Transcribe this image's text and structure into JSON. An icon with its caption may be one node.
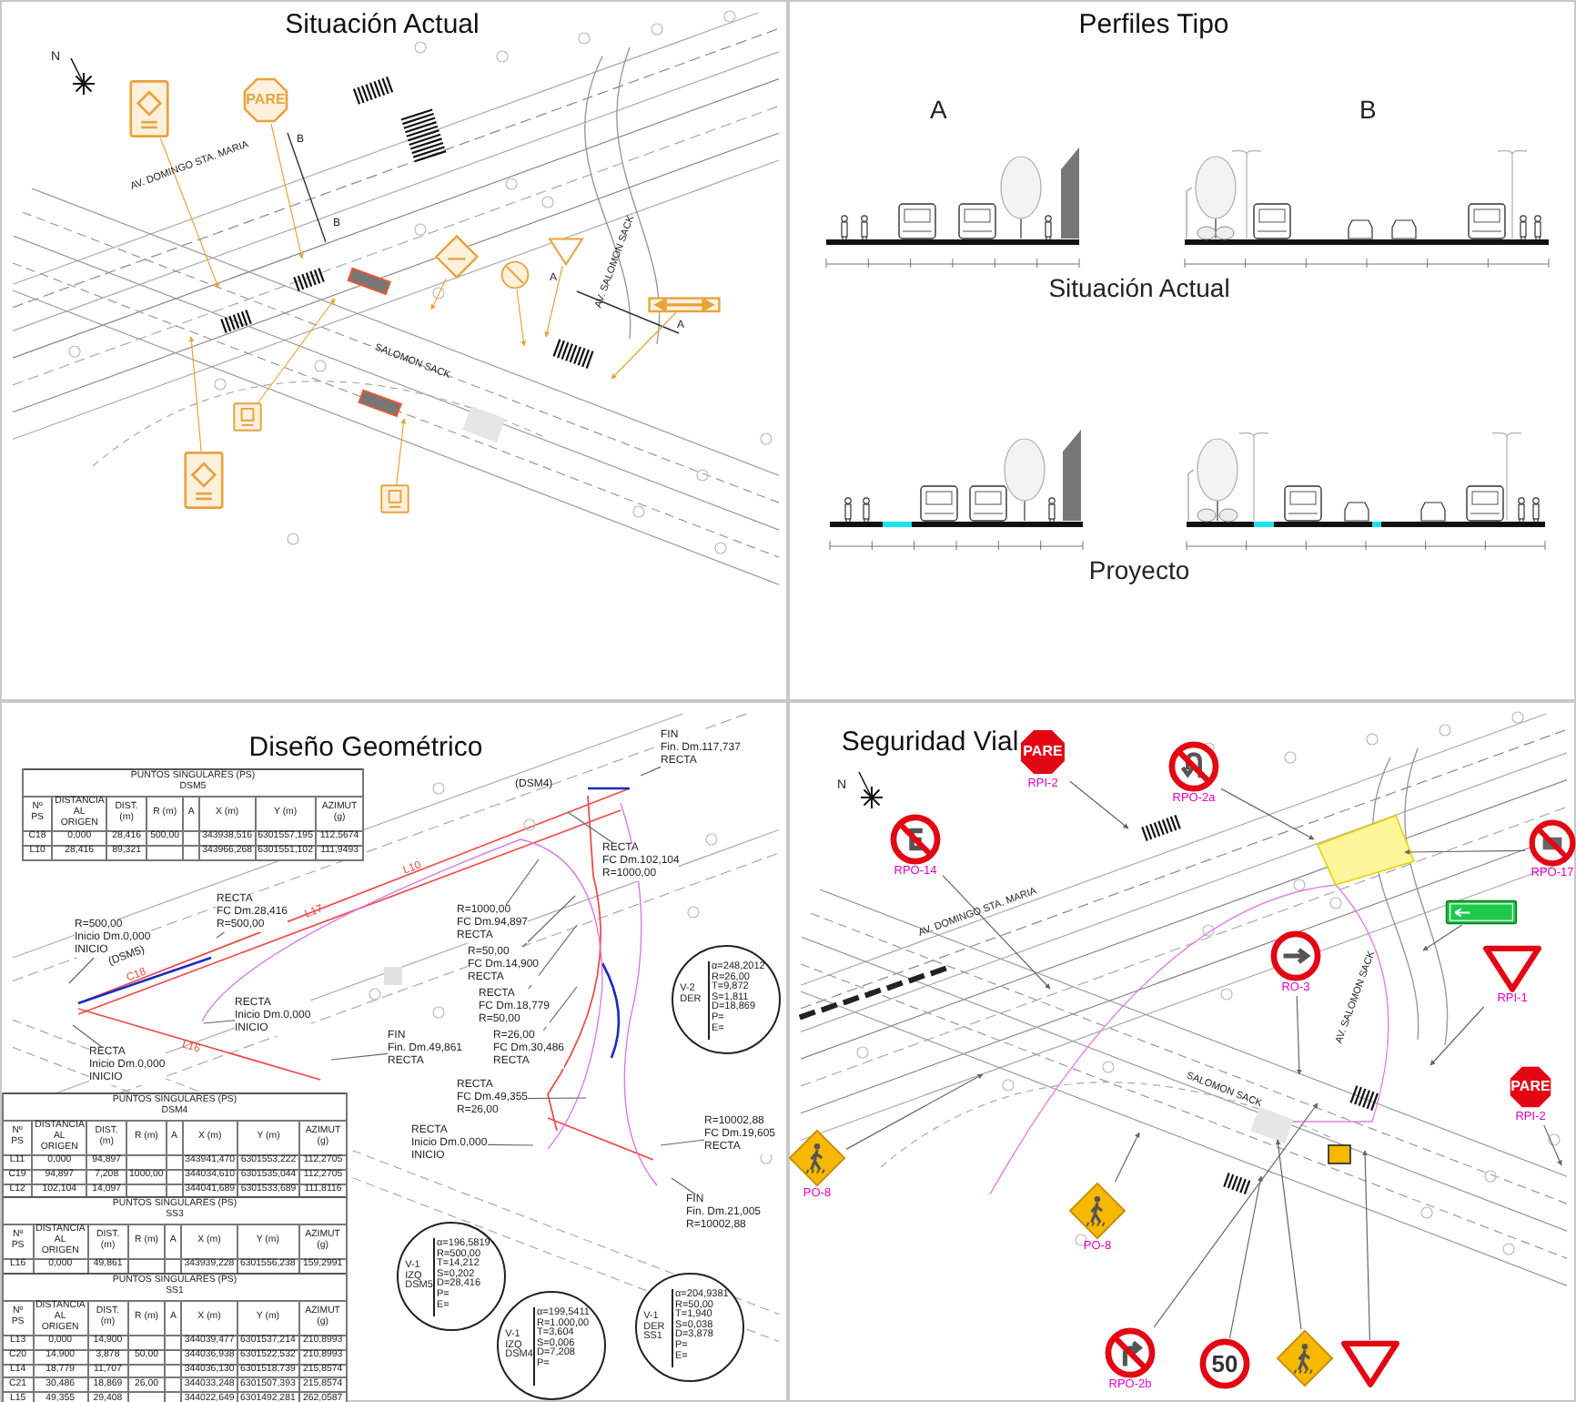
{
  "diagram": {
    "nodes": [
      {
        "text": [
          "Situación Actual"
        ]
      },
      {
        "text": [
          "Perfiles Tipo"
        ]
      },
      {
        "text": [
          "Diseño Geométrico"
        ]
      },
      {
        "text": [
          "Seguridad Vial"
        ]
      },
      {
        "text": [],
        "shape": "picture",
        "in": 0
      },
      {
        "text": [
          "PARE"
        ],
        "in": 0
      },
      {
        "text": [],
        "shape": "picture",
        "in": 0
      },
      {
        "text": [],
        "shape": "picture",
        "in": 0
      },
      {
        "text": [],
        "shape": "picture",
        "in": 0
      },
      {
        "text": [],
        "shape": "picture",
        "in": 0
      },
      {
        "text": [],
        "shape": "picture",
        "in": 0
      },
      {
        "text": [],
        "shape": "picture",
        "in": 0
      },
      {
        "text": [],
        "shape": "picture",
        "in": 0
      },
      {
        "text": [
          "FIN",
          "Fin. Dm.117,737",
          "RECTA"
        ],
        "in": 2
      },
      {
        "text": [
          "RECTA",
          "FC Dm.102,104",
          "R=1000,00"
        ],
        "in": 2
      },
      {
        "text": [
          "R=1000,00",
          "FC Dm.94,897",
          "RECTA"
        ],
        "in": 2
      },
      {
        "text": [
          "R=50,00",
          "FC Dm.14,900",
          "RECTA"
        ],
        "in": 2
      },
      {
        "text": [
          "RECTA",
          "FC Dm.18,779",
          "R=50,00"
        ],
        "in": 2
      },
      {
        "text": [
          "R=26,00",
          "FC Dm.30,486",
          "RECTA"
        ],
        "in": 2
      },
      {
        "text": [
          "FIN",
          "Fin. Dm.49,861",
          "RECTA"
        ],
        "in": 2
      },
      {
        "text": [
          "RECTA",
          "Inicio Dm.0,000",
          "INICIO"
        ],
        "in": 2
      },
      {
        "text": [
          "RECTA",
          "FC Dm.28,416",
          "R=500,00"
        ],
        "in": 2
      },
      {
        "text": [
          "R=500,00",
          "Inicio Dm.0,000",
          "INICIO"
        ],
        "in": 2
      },
      {
        "text": [
          "RECTA",
          "Inicio Dm.0,000",
          "INICIO"
        ],
        "in": 2
      },
      {
        "text": [
          "RECTA",
          "FC Dm.49,355",
          "R=26,00"
        ],
        "in": 2
      },
      {
        "text": [
          "RECTA",
          "Inicio Dm.0,000",
          "INICIO"
        ],
        "in": 2
      },
      {
        "text": [
          "R=10002,88",
          "FC Dm.19,605",
          "RECTA"
        ],
        "in": 2
      },
      {
        "text": [
          "FIN",
          "Fin. Dm.21,005",
          "R=10002,88"
        ],
        "in": 2
      },
      {
        "text": [
          "V-2",
          "DER",
          "α=248,2012",
          "R=26,00",
          "T=9,872",
          "S=1,811",
          "D=18,869",
          "P=",
          "E="
        ],
        "in": 2
      },
      {
        "text": [
          "V-1",
          "IZQ",
          "DSM5",
          "α=196,5819",
          "R=500,00",
          "T=14,212",
          "S=0,202",
          "D=28,416",
          "P=",
          "E="
        ],
        "in": 2
      },
      {
        "text": [
          "V-1",
          "IZQ",
          "DSM4",
          "α=199,5411",
          "R=1.000,00",
          "T=3,604",
          "S=0,006",
          "D=7,208",
          "P="
        ],
        "in": 2
      },
      {
        "text": [
          "V-1",
          "DER",
          "SS1",
          "α=204,9381",
          "R=50,00",
          "T=1,940",
          "S=0,038",
          "D=3,878",
          "P=",
          "E="
        ],
        "in": 2
      },
      {
        "text": [
          "PARE",
          "RPI-2"
        ],
        "in": 3
      },
      {
        "text": [
          "RPO-2a"
        ],
        "in": 3
      },
      {
        "text": [
          "RPO-14"
        ],
        "in": 3
      },
      {
        "text": [
          "RPO-17"
        ],
        "in": 3
      },
      {
        "text": [],
        "shape": "picture",
        "in": 3
      },
      {
        "text": [
          "RO-3"
        ],
        "in": 3
      },
      {
        "text": [
          "RPI-1"
        ],
        "in": 3
      },
      {
        "text": [
          "PARE",
          "RPI-2"
        ],
        "in": 3
      },
      {
        "text": [
          "PO-8"
        ],
        "in": 3
      },
      {
        "text": [
          "PO-8"
        ],
        "in": 3
      },
      {
        "text": [
          "RPO-2b"
        ],
        "in": 3
      },
      {
        "text": [
          "50"
        ],
        "in": 3
      },
      {
        "text": [],
        "shape": "picture",
        "in": 3
      },
      {
        "text": [],
        "shape": "picture",
        "in": 3
      }
    ],
    "edges": [
      {
        "from": 4,
        "to": null,
        "arrow": "to",
        "color": "#e8a33c"
      },
      {
        "from": 5,
        "to": null,
        "arrow": "to",
        "color": "#e8a33c"
      },
      {
        "from": 6,
        "to": null,
        "arrow": "to",
        "color": "#e8a33c"
      },
      {
        "from": 7,
        "to": null,
        "arrow": "to",
        "color": "#e8a33c"
      },
      {
        "from": 8,
        "to": null,
        "arrow": "to",
        "color": "#e8a33c"
      },
      {
        "from": 9,
        "to": null,
        "arrow": "to",
        "color": "#e8a33c"
      },
      {
        "from": 10,
        "to": null,
        "arrow": "to",
        "color": "#e8a33c"
      },
      {
        "from": 11,
        "to": null,
        "arrow": "to",
        "color": "#e8a33c"
      },
      {
        "from": 12,
        "to": null,
        "arrow": "to",
        "color": "#e8a33c"
      },
      {
        "from": 13,
        "to": null,
        "arrow": "none"
      },
      {
        "from": 14,
        "to": null,
        "arrow": "none"
      },
      {
        "from": 15,
        "to": null,
        "arrow": "none"
      },
      {
        "from": 16,
        "to": null,
        "arrow": "none"
      },
      {
        "from": 17,
        "to": null,
        "arrow": "none"
      },
      {
        "from": 18,
        "to": null,
        "arrow": "none"
      },
      {
        "from": 19,
        "to": null,
        "arrow": "none"
      },
      {
        "from": 20,
        "to": null,
        "arrow": "none"
      },
      {
        "from": 21,
        "to": null,
        "arrow": "none"
      },
      {
        "from": 22,
        "to": null,
        "arrow": "none"
      },
      {
        "from": 23,
        "to": null,
        "arrow": "none"
      },
      {
        "from": 24,
        "to": null,
        "arrow": "none"
      },
      {
        "from": 25,
        "to": null,
        "arrow": "none"
      },
      {
        "from": 26,
        "to": null,
        "arrow": "none"
      },
      {
        "from": 27,
        "to": null,
        "arrow": "none"
      },
      {
        "from": 32,
        "to": null,
        "arrow": "to"
      },
      {
        "from": 33,
        "to": null,
        "arrow": "to"
      },
      {
        "from": 34,
        "to": null,
        "arrow": "to"
      },
      {
        "from": 35,
        "to": null,
        "arrow": "to"
      },
      {
        "from": 36,
        "to": null,
        "arrow": "to"
      },
      {
        "from": 37,
        "to": null,
        "arrow": "to"
      },
      {
        "from": 38,
        "to": null,
        "arrow": "to"
      },
      {
        "from": 39,
        "to": null,
        "arrow": "to"
      },
      {
        "from": 40,
        "to": null,
        "arrow": "to"
      },
      {
        "from": 41,
        "to": null,
        "arrow": "to"
      },
      {
        "from": 42,
        "to": null,
        "arrow": "to"
      },
      {
        "from": 43,
        "to": null,
        "arrow": "to"
      },
      {
        "from": 44,
        "to": null,
        "arrow": "to"
      },
      {
        "from": 45,
        "to": null,
        "arrow": "to"
      }
    ],
    "labels": [
      "N",
      "AV. DOMINGO STA. MARIA",
      "SALOMON SACK",
      "AV. SALOMON SACK",
      "B",
      "B",
      "A",
      "A",
      "A",
      "B",
      "Situación Actual",
      "Proyecto",
      "PUNTOS SINGULARES (PS)",
      "DSM5",
      "Nº PS",
      "DISTANCIA AL ORIGEN",
      "DIST. (m)",
      "R (m)",
      "A",
      "X (m)",
      "Y (m)",
      "AZIMUT (g)",
      "C18",
      "0,000",
      "28,416",
      "500,00",
      "343938,516",
      "6301557,195",
      "112,5674",
      "L10",
      "28,416",
      "89,321",
      "343966,268",
      "6301551,102",
      "111,9493",
      "PUNTOS SINGULARES (PS)",
      "DSM4",
      "Nº PS",
      "DISTANCIA AL ORIGEN",
      "DIST. (m)",
      "R (m)",
      "A",
      "X (m)",
      "Y (m)",
      "AZIMUT (g)",
      "L11",
      "0,000",
      "94,897",
      "343941,470",
      "6301553,222",
      "112,2705",
      "C19",
      "94,897",
      "7,208",
      "1000,00",
      "344034,610",
      "6301535,044",
      "112,2705",
      "L12",
      "102,104",
      "14,097",
      "344041,689",
      "6301533,689",
      "111,8116",
      "PUNTOS SINGULARES (PS)",
      "SS3",
      "Nº PS",
      "DISTANCIA AL ORIGEN",
      "DIST. (m)",
      "R (m)",
      "A",
      "X (m)",
      "Y (m)",
      "AZIMUT (g)",
      "L16",
      "0,000",
      "49,861",
      "343939,228",
      "6301556,238",
      "159,2991",
      "PUNTOS SINGULARES (PS)",
      "SS1",
      "Nº PS",
      "DISTANCIA AL ORIGEN",
      "DIST. (m)",
      "R (m)",
      "A",
      "X (m)",
      "Y (m)",
      "AZIMUT (g)",
      "L13",
      "0,000",
      "14,900",
      "344039,477",
      "6301537,214",
      "210,8993",
      "C20",
      "14,900",
      "3,878",
      "50,00",
      "344036,938",
      "6301522,532",
      "210,8993",
      "L14",
      "18,779",
      "11,707",
      "344036,130",
      "6301518,739",
      "215,8574",
      "C21",
      "30,486",
      "18,869",
      "26,00",
      "344033,248",
      "6301507,393",
      "215,8574",
      "L15",
      "49,355",
      "29,408",
      "344022,649",
      "6301492,281",
      "262,0587",
      "(DSM5)",
      "(DSM4)",
      "L10",
      "L17",
      "C18",
      "L16",
      "N",
      "AV. DOMINGO STA. MARIA",
      "SALOMON SACK",
      "AV. SALOMON SACK"
    ]
  }
}
